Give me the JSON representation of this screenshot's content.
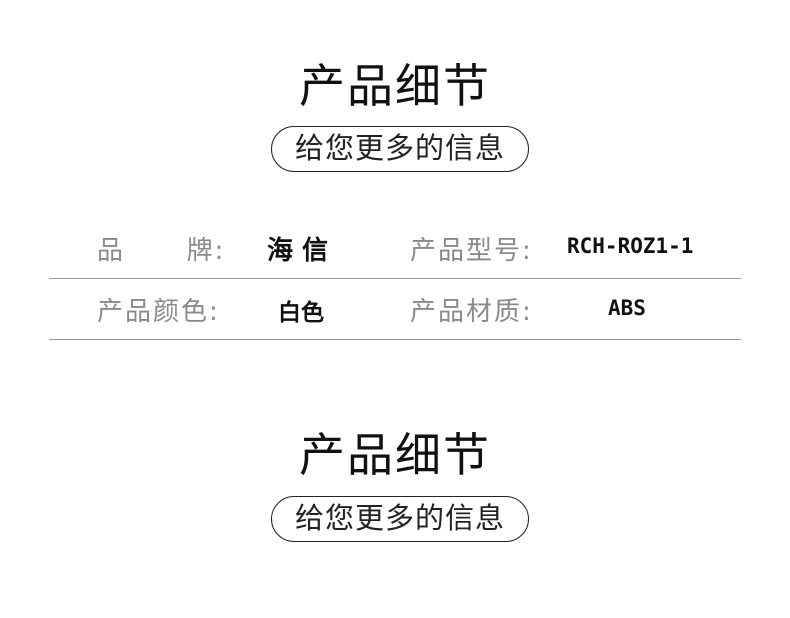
{
  "section1": {
    "title": "产品细节",
    "subtitle": "给您更多的信息"
  },
  "specs": {
    "row1": {
      "label_brand": "品      牌:",
      "value_brand": "海 信",
      "label_model": "产品型号:",
      "value_model": "RCH-ROZ1-1"
    },
    "row2": {
      "label_color": "产品颜色:",
      "value_color": "白色",
      "label_material": "产品材质:",
      "value_material": "ABS"
    }
  },
  "section2": {
    "title": "产品细节",
    "subtitle": "给您更多的信息"
  }
}
